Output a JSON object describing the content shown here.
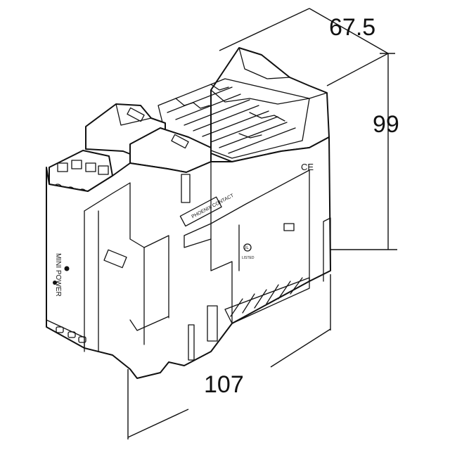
{
  "dimensions": {
    "depth": "67.5",
    "height": "99",
    "width": "107"
  },
  "labels": {
    "product_line": "MINI POWER",
    "brand": "PHOENIX CONTACT",
    "ce_mark": "CE",
    "ul_mark": "UL",
    "listed": "LISTED"
  }
}
